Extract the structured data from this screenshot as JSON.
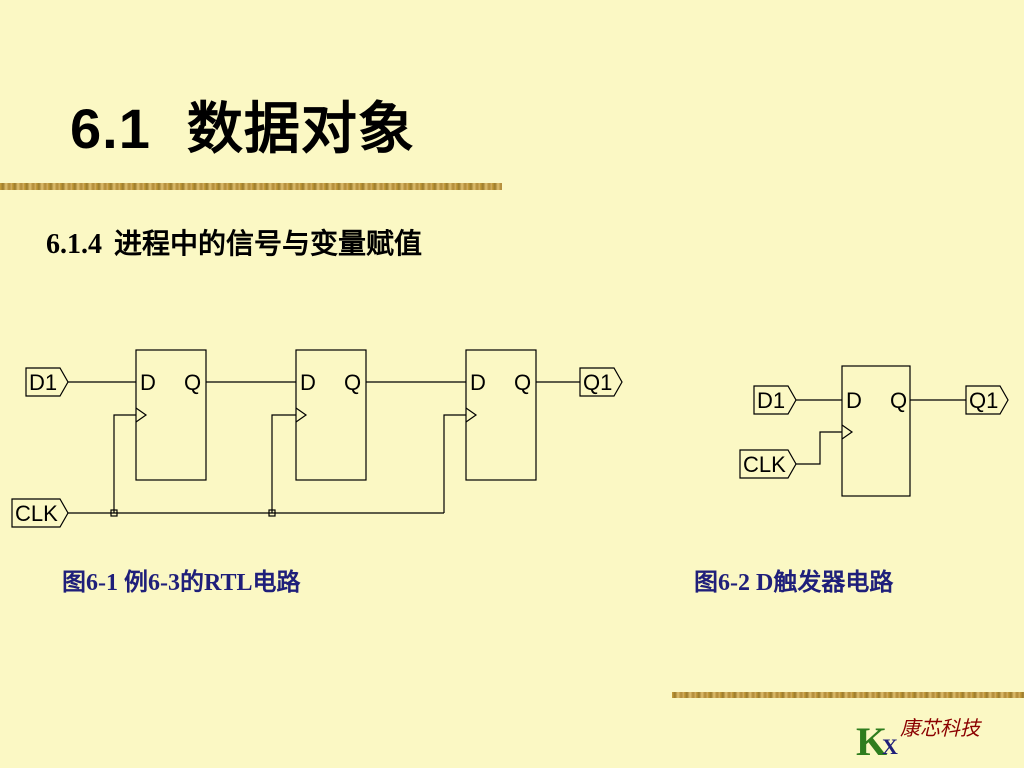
{
  "title": {
    "number": "6.1",
    "text": "数据对象"
  },
  "section": {
    "number": "6.1.4",
    "text": "进程中的信号与变量赋值"
  },
  "figure1": {
    "caption": "图6-1 例6-3的RTL电路",
    "ports": {
      "data_in": "D1",
      "clock": "CLK",
      "data_out": "Q1"
    },
    "flipflops": [
      {
        "d": "D",
        "q": "Q"
      },
      {
        "d": "D",
        "q": "Q"
      },
      {
        "d": "D",
        "q": "Q"
      }
    ]
  },
  "figure2": {
    "caption": "图6-2 D触发器电路",
    "ports": {
      "data_in": "D1",
      "clock": "CLK",
      "data_out": "Q1"
    },
    "flipflop": {
      "d": "D",
      "q": "Q"
    }
  },
  "footer": {
    "logo_k": "K",
    "logo_x": "X",
    "company": "康芯科技"
  },
  "colors": {
    "background": "#FBF8C4",
    "caption": "#1F1F7A",
    "logo_green": "#2E7D1E",
    "company": "#8B0000"
  }
}
